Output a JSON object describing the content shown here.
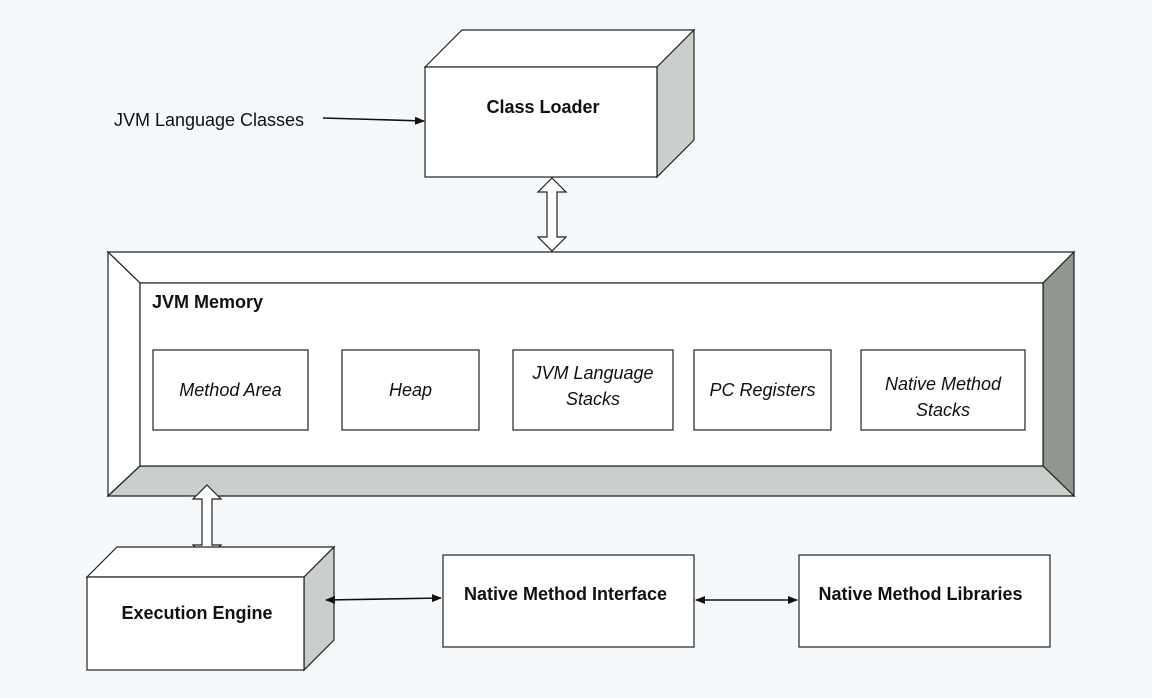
{
  "diagram": {
    "input_label": "JVM Language Classes",
    "class_loader": "Class Loader",
    "memory": {
      "title": "JVM Memory",
      "areas": [
        {
          "line1": "Method Area",
          "line2": ""
        },
        {
          "line1": "Heap",
          "line2": ""
        },
        {
          "line1": "JVM Language",
          "line2": "Stacks"
        },
        {
          "line1": "PC Registers",
          "line2": ""
        },
        {
          "line1": "Native Method",
          "line2": "Stacks"
        }
      ]
    },
    "execution_engine": "Execution Engine",
    "native_interface": "Native Method Interface",
    "native_libraries": "Native Method Libraries"
  },
  "colors": {
    "background": "#f5f9fc",
    "box_fill": "#ffffff",
    "shade_light": "#c9cfcb",
    "shade_dark": "#8f978f",
    "stroke": "#222222"
  }
}
